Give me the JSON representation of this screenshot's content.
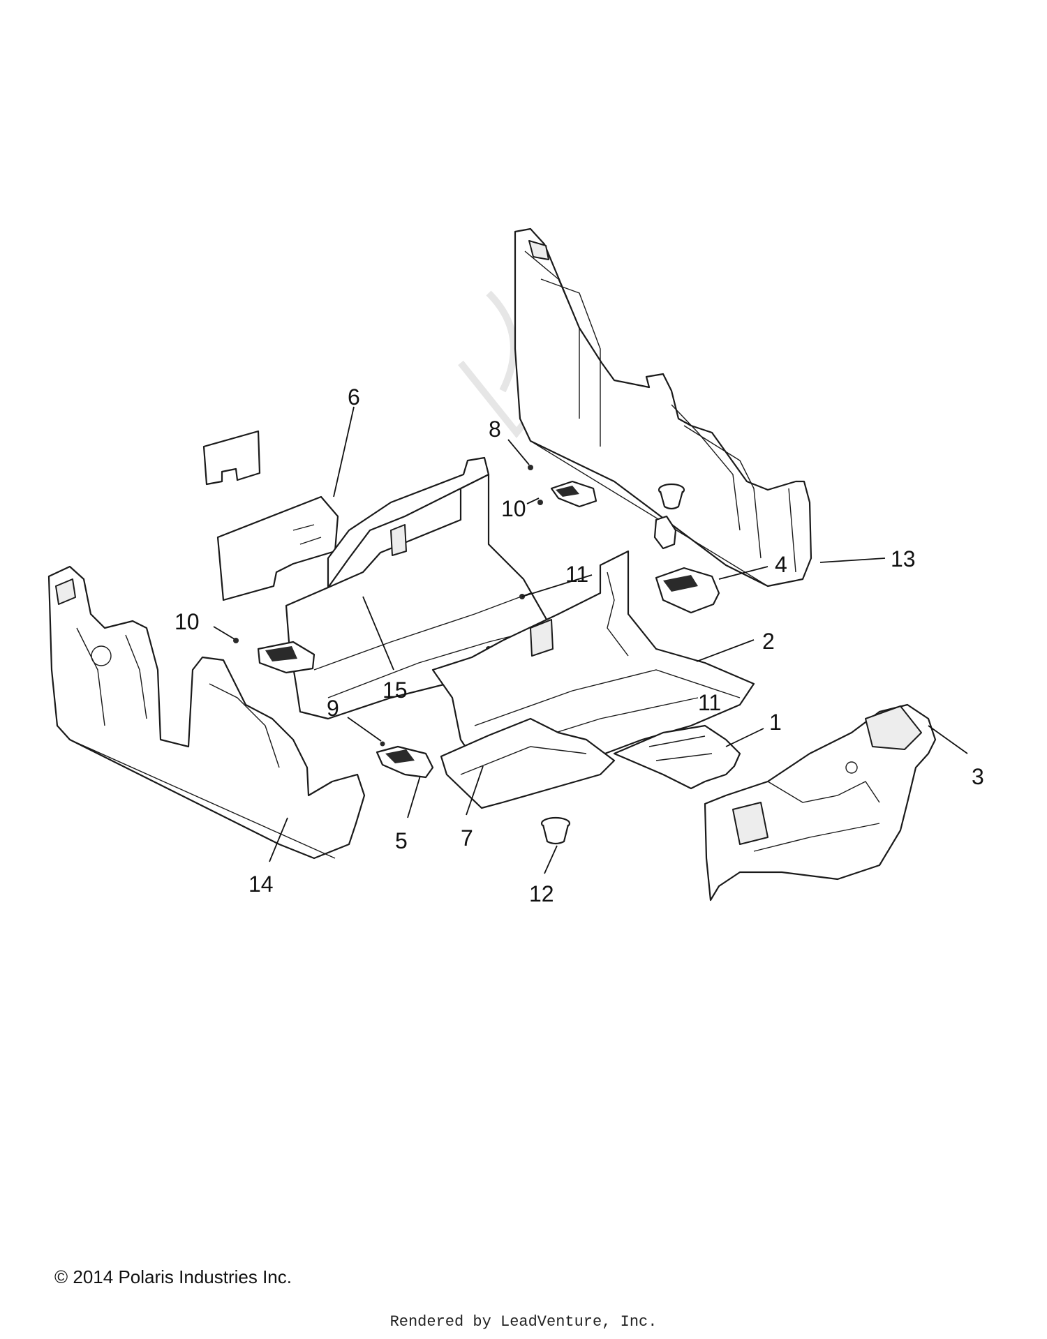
{
  "diagram": {
    "callouts": [
      "1",
      "2",
      "3",
      "4",
      "5",
      "6",
      "7",
      "8",
      "9",
      "10",
      "10",
      "11",
      "11",
      "12",
      "13",
      "14",
      "15"
    ]
  },
  "footer": {
    "copyright": "© 2014 Polaris Industries Inc.",
    "rendered_by": "Rendered by LeadVenture, Inc."
  }
}
